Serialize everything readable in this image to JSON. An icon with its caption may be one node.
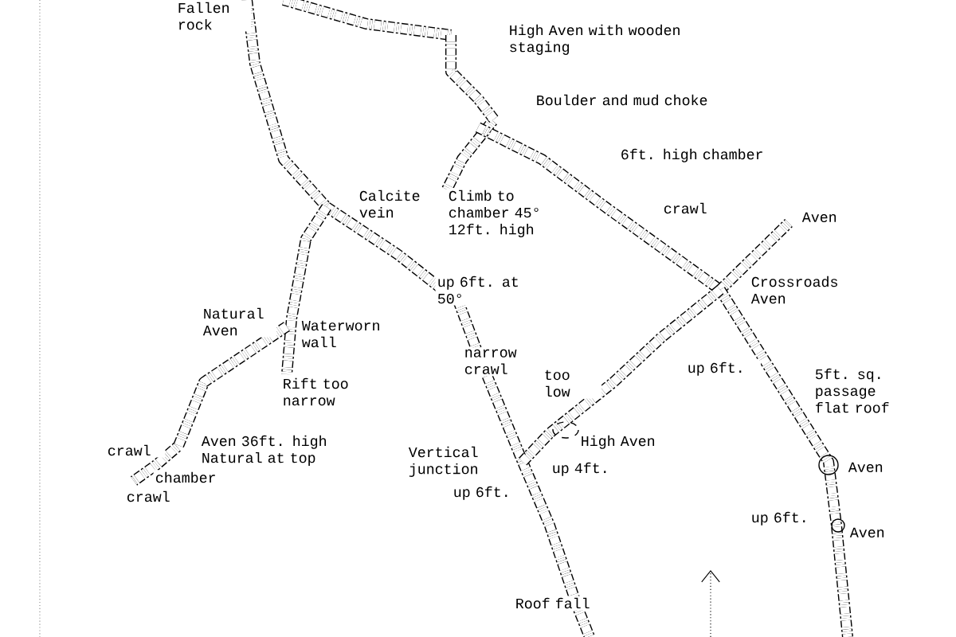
{
  "diagram": {
    "labels": [
      "Fallen rock",
      "High Aven with wooden staging",
      "Boulder and mud choke",
      "6ft. high chamber",
      "Calcite vein",
      "Climb to chamber 45° 12ft. high",
      "crawl",
      "Aven",
      "up 6ft. at 50°",
      "Crossroads Aven",
      "Natural Aven",
      "Waterworn wall",
      "narrow crawl",
      "too low",
      "up 6ft.",
      "5ft. sq. passage flat roof",
      "Rift too narrow",
      "crawl",
      "Aven 36ft. high Natural at top",
      "chamber",
      "crawl",
      "Vertical junction",
      "High Aven",
      "up 4ft.",
      "Aven",
      "up 6ft.",
      "up 6ft.",
      "Aven",
      "Roof fall"
    ]
  }
}
